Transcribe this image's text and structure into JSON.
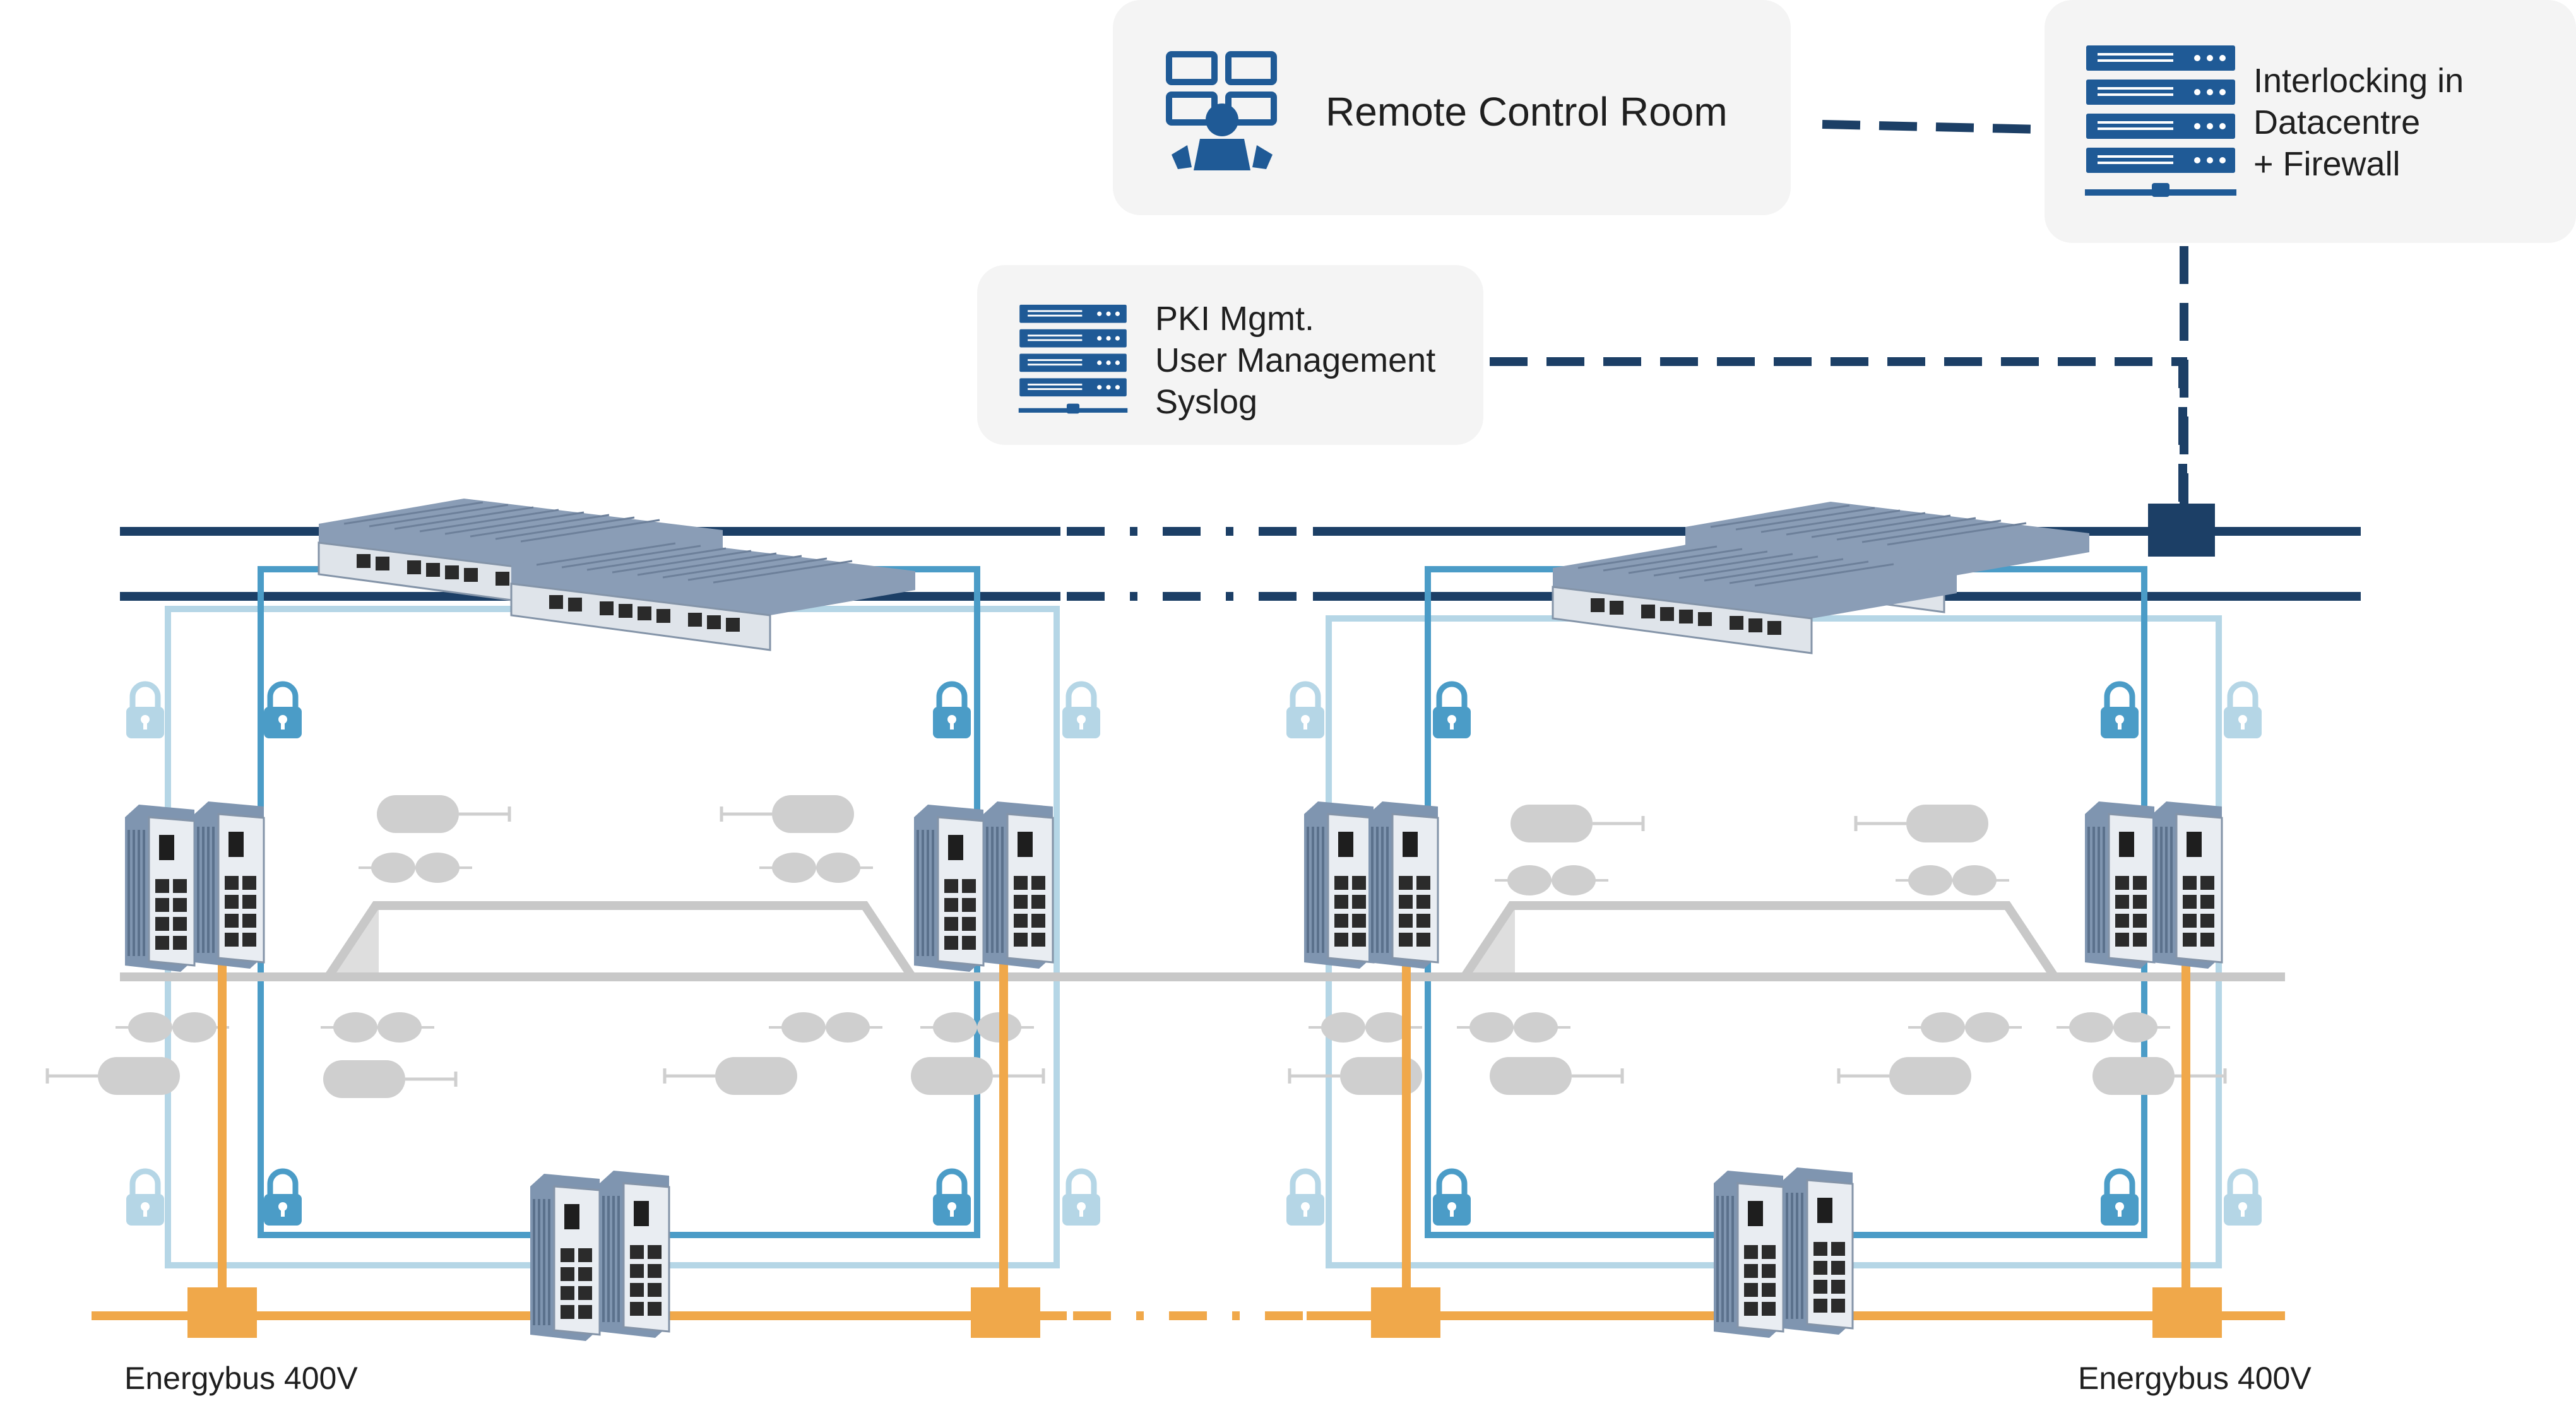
{
  "cards": {
    "remote_control_room": {
      "label": "Remote Control Room",
      "icon": "control-room-icon"
    },
    "interlocking": {
      "lines": [
        "Interlocking in",
        "Datacentre",
        "+ Firewall"
      ],
      "icon": "server-rack-icon"
    },
    "pki": {
      "lines": [
        "PKI Mgmt.",
        "User Management",
        "Syslog"
      ],
      "icon": "server-rack-icon"
    }
  },
  "energybus": {
    "left_label": "Energybus 400V",
    "right_label": "Energybus 400V"
  },
  "colors": {
    "backbone": "#1c3f66",
    "ring_dark": "#4b9cc7",
    "ring_light": "#b5d6e6",
    "energy": "#f0a84a",
    "track": "#c8c8c8",
    "card_bg": "#f4f4f4",
    "icon_blue": "#1f5a96"
  },
  "icons": [
    "lock-icon",
    "rack-switch-icon",
    "din-rail-switch-icon",
    "train-signal-icon",
    "server-rack-icon",
    "control-room-icon"
  ]
}
